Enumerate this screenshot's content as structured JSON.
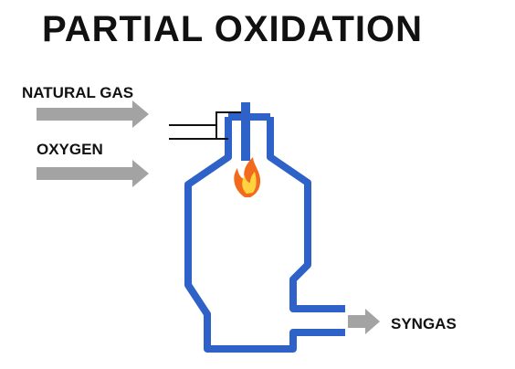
{
  "title": "PARTIAL OXIDATION",
  "inputs": [
    {
      "label": "NATURAL GAS"
    },
    {
      "label": "OXYGEN"
    }
  ],
  "output": {
    "label": "SYNGAS"
  },
  "colors": {
    "vessel_wall": "#2f62c8",
    "arrow": "#a3a3a3",
    "flame_outer": "#f26b1d",
    "flame_inner": "#ffd23f",
    "pipe_line": "#111111",
    "text": "#111111"
  }
}
